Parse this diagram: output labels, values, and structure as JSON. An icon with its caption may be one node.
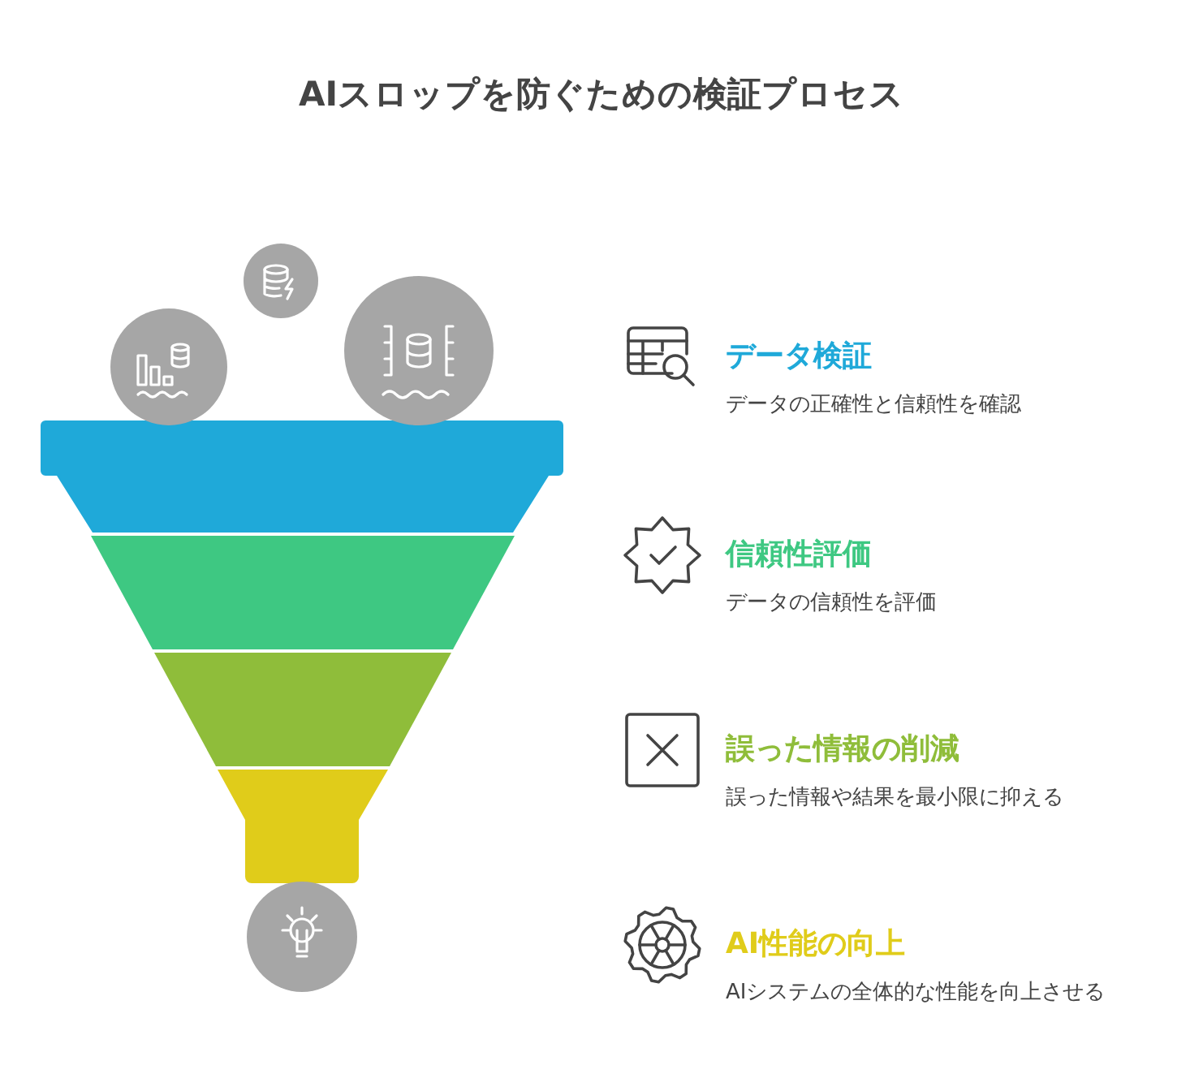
{
  "diagram": {
    "title": "AIスロップを防ぐための検証プロセス",
    "nodes": [
      {
        "text": [
          "データ検証",
          "データの正確性と信頼性を確認"
        ]
      },
      {
        "text": [
          "信頼性評価",
          "データの信頼性を評価"
        ]
      },
      {
        "text": [
          "誤った情報の削減",
          "誤った情報や結果を最小限に抑える"
        ]
      },
      {
        "text": [
          "AI性能の向上",
          "AIシステムの全体的な性能を向上させる"
        ]
      }
    ]
  }
}
